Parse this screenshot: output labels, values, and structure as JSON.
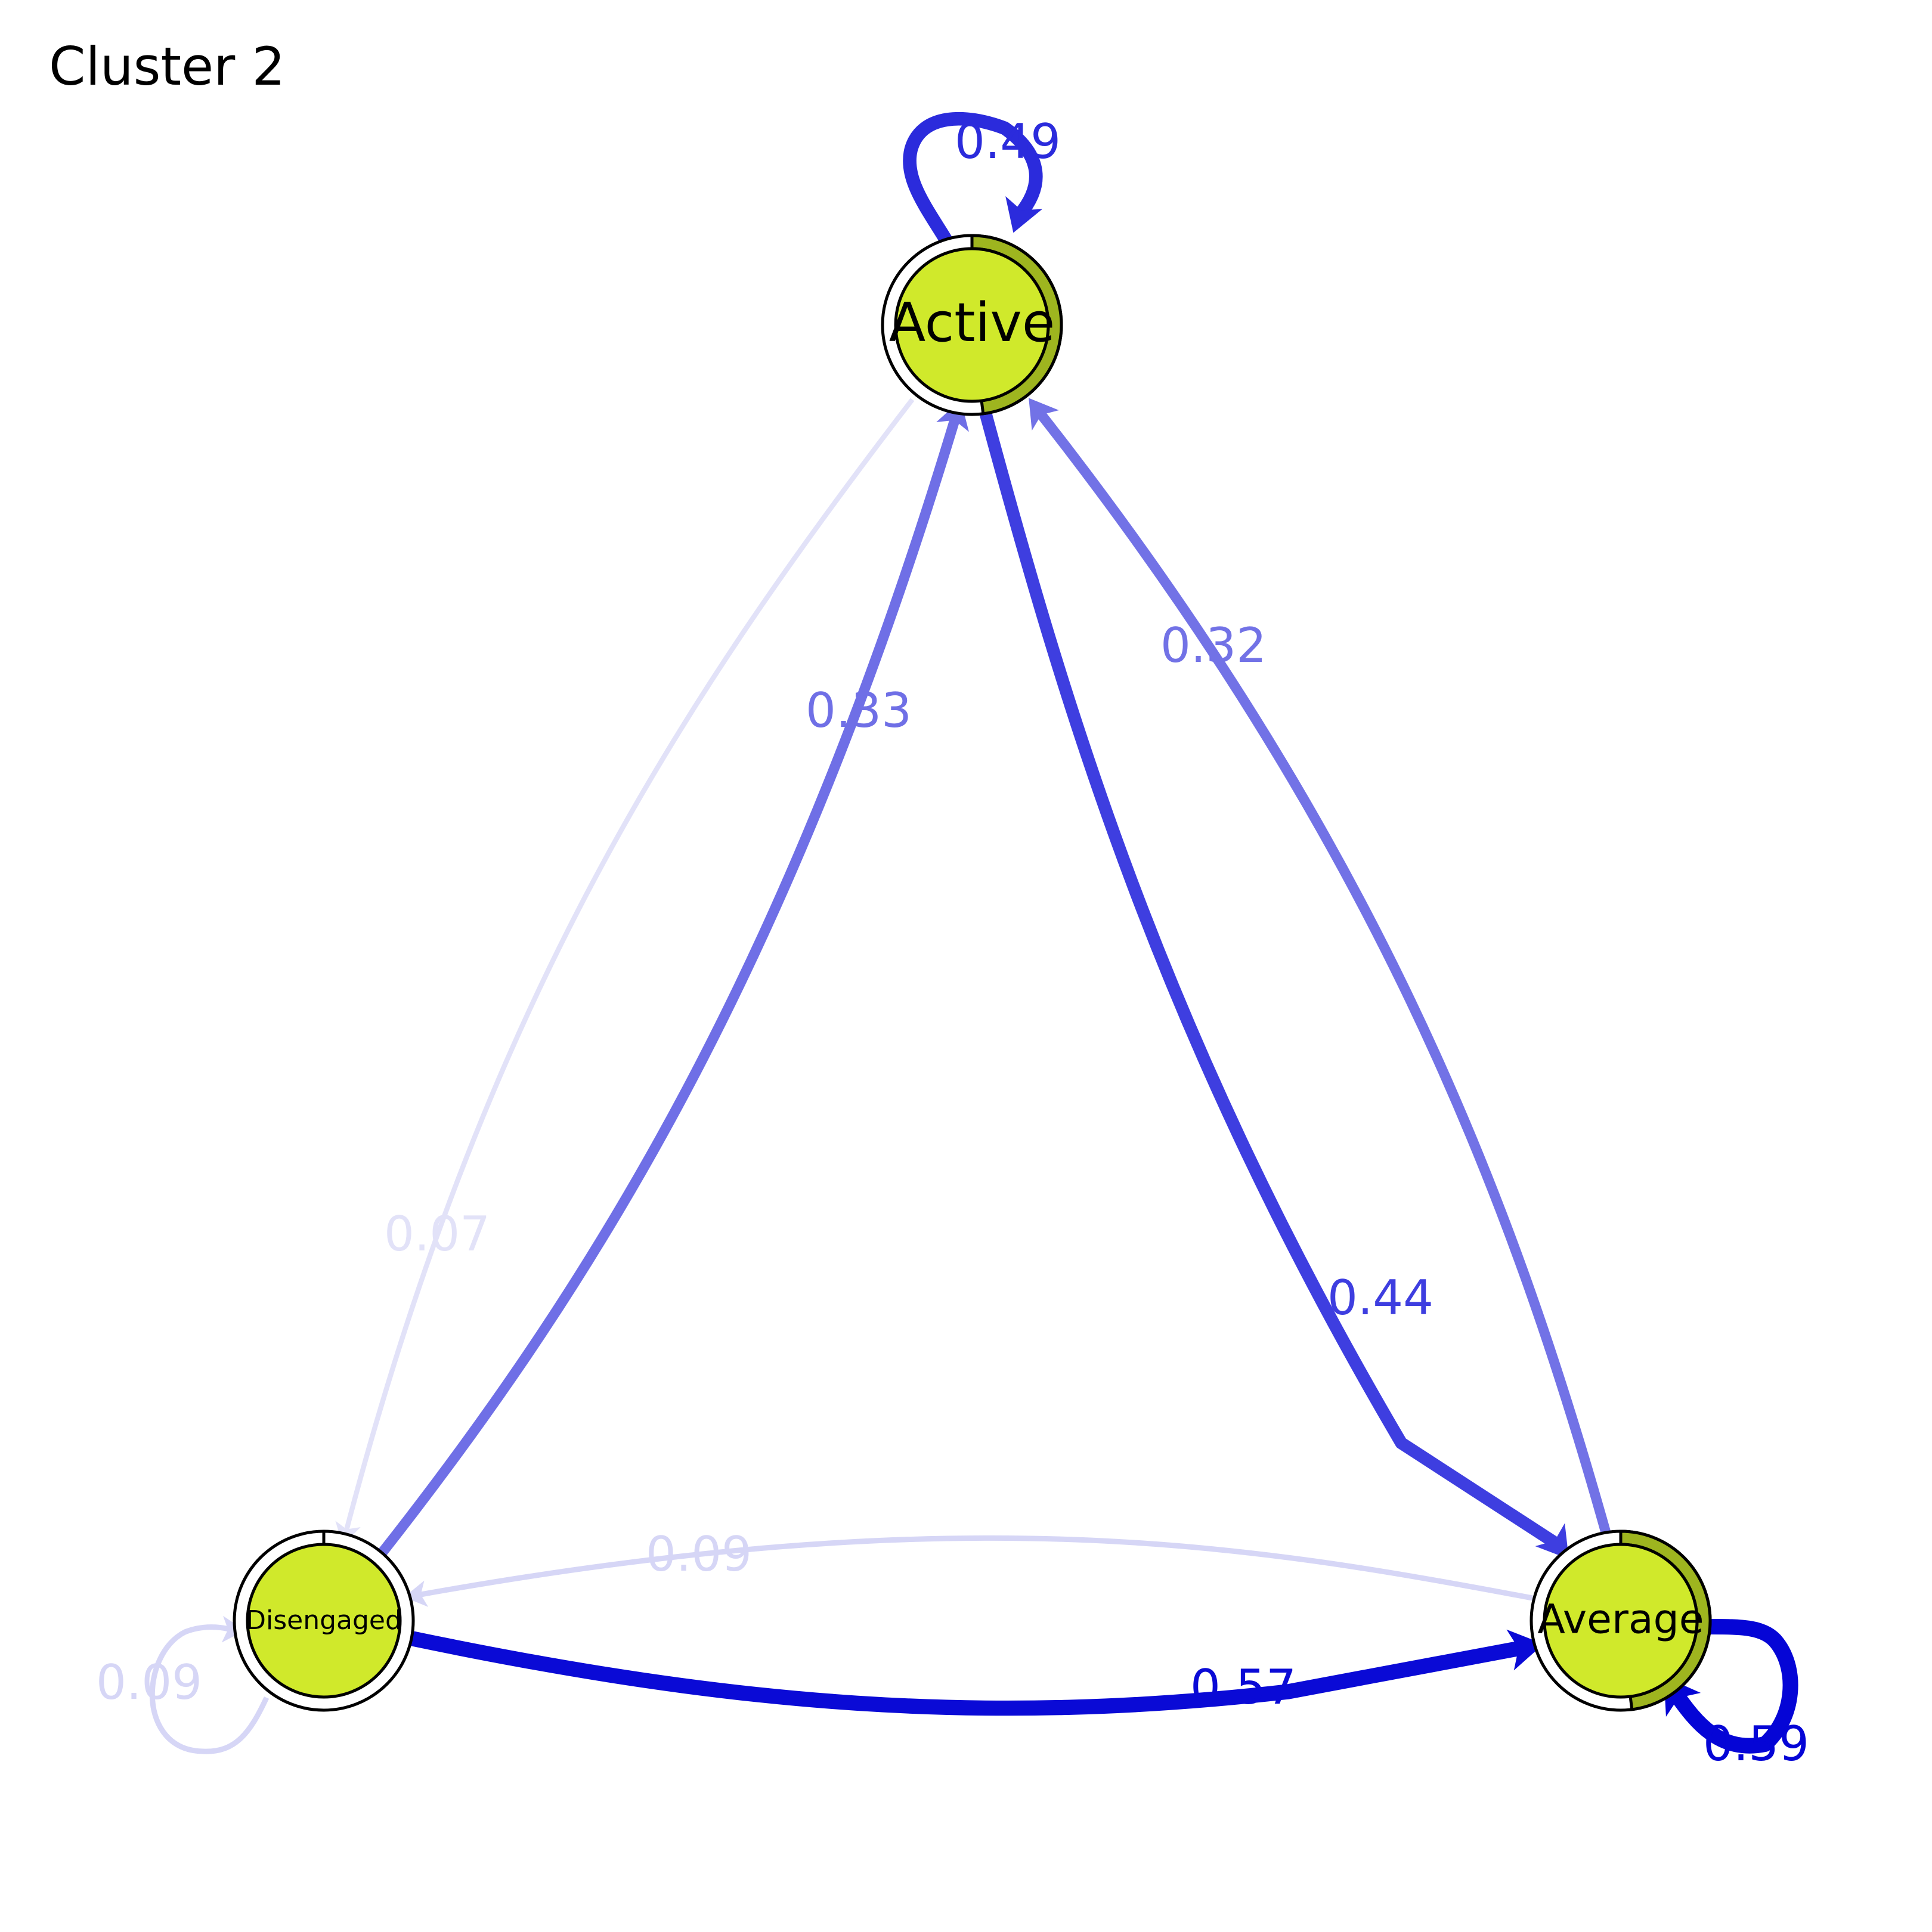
{
  "title": "Cluster 2",
  "colors": {
    "node_fill": "#d0e92b",
    "pie_fill": "#9eb51f",
    "node_stroke": "#000000"
  },
  "nodes": [
    {
      "id": "active",
      "label": "Active",
      "pie": 0.48
    },
    {
      "id": "average",
      "label": "Average",
      "pie": 0.48
    },
    {
      "id": "disengaged",
      "label": "Disengaged",
      "pie": 0.0
    }
  ],
  "edges": [
    {
      "id": "active-active",
      "from": "active",
      "to": "active",
      "weight": 0.49,
      "label": "0.49",
      "color": "#2b2bdc"
    },
    {
      "id": "active-average",
      "from": "active",
      "to": "average",
      "weight": 0.44,
      "label": "0.44",
      "color": "#3e3ee0"
    },
    {
      "id": "average-active",
      "from": "average",
      "to": "active",
      "weight": 0.32,
      "label": "0.32",
      "color": "#7272e6"
    },
    {
      "id": "disengaged-active",
      "from": "disengaged",
      "to": "active",
      "weight": 0.33,
      "label": "0.33",
      "color": "#6f6fe6"
    },
    {
      "id": "active-disengaged",
      "from": "active",
      "to": "disengaged",
      "weight": 0.07,
      "label": "0.07",
      "color": "#e2e2f8"
    },
    {
      "id": "average-disengaged",
      "from": "average",
      "to": "disengaged",
      "weight": 0.09,
      "label": "0.09",
      "color": "#d6d6f6"
    },
    {
      "id": "disengaged-average",
      "from": "disengaged",
      "to": "average",
      "weight": 0.57,
      "label": "0.57",
      "color": "#0a0ad6"
    },
    {
      "id": "disengaged-disengaged",
      "from": "disengaged",
      "to": "disengaged",
      "weight": 0.09,
      "label": "0.09",
      "color": "#d6d6f6"
    },
    {
      "id": "average-average",
      "from": "average",
      "to": "average",
      "weight": 0.59,
      "label": "0.59",
      "color": "#0505d6"
    }
  ]
}
